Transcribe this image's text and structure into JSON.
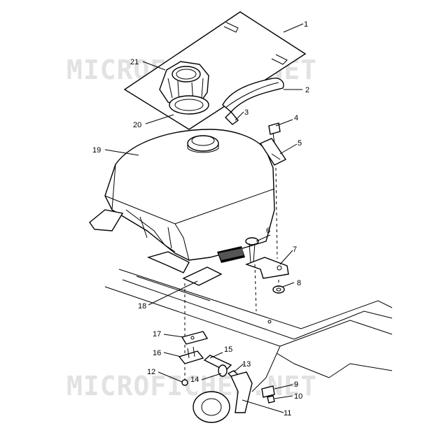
{
  "watermark": {
    "top": "MICROFICHES.NET",
    "bottom": "MICROFICHES.NET"
  },
  "callouts": {
    "c1": "1",
    "c2": "2",
    "c3": "3",
    "c4": "4",
    "c5": "5",
    "c6": "6",
    "c7": "7",
    "c8": "8",
    "c9": "9",
    "c10": "10",
    "c11": "11",
    "c12": "12",
    "c13": "13",
    "c14": "14",
    "c15": "15",
    "c16": "16",
    "c17": "17",
    "c18": "18",
    "c19": "19",
    "c20": "20",
    "c21": "21"
  }
}
